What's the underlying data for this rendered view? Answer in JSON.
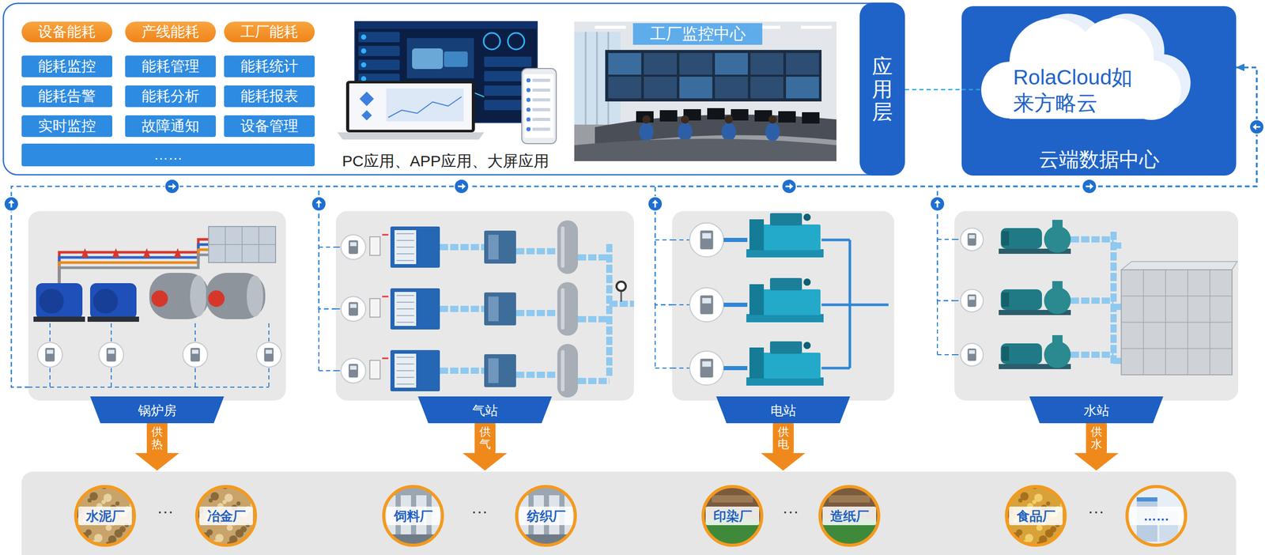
{
  "diagram": {
    "nodes": [
      {
        "text": [
          "应用层"
        ]
      },
      {
        "text": [
          "设备能耗"
        ],
        "in": 0
      },
      {
        "text": [
          "产线能耗"
        ],
        "in": 0
      },
      {
        "text": [
          "工厂能耗"
        ],
        "in": 0
      },
      {
        "text": [
          "能耗监控"
        ],
        "in": 0
      },
      {
        "text": [
          "能耗管理"
        ],
        "in": 0
      },
      {
        "text": [
          "能耗统计"
        ],
        "in": 0
      },
      {
        "text": [
          "能耗告警"
        ],
        "in": 0
      },
      {
        "text": [
          "能耗分析"
        ],
        "in": 0
      },
      {
        "text": [
          "能耗报表"
        ],
        "in": 0
      },
      {
        "text": [
          "实时监控"
        ],
        "in": 0
      },
      {
        "text": [
          "故障通知"
        ],
        "in": 0
      },
      {
        "text": [
          "设备管理"
        ],
        "in": 0
      },
      {
        "text": [
          "……"
        ],
        "in": 0
      },
      {
        "text": [
          "PC应用、APP应用、大屏应用"
        ],
        "in": 0
      },
      {
        "text": [
          "工厂监控中心"
        ],
        "in": 0
      },
      {
        "text": [
          "云端数据中心"
        ]
      },
      {
        "text": [
          "RolaCloud如来方略云"
        ],
        "in": 16
      },
      {
        "text": [
          "锅炉房"
        ]
      },
      {
        "text": [
          "气站"
        ]
      },
      {
        "text": [
          "电站"
        ]
      },
      {
        "text": [
          "水站"
        ]
      },
      {
        "text": [
          "···",
          "···",
          "···",
          "···"
        ]
      },
      {
        "text": [
          "水泥厂"
        ],
        "in": 22
      },
      {
        "text": [
          "冶金厂"
        ],
        "in": 22
      },
      {
        "text": [
          "饲料厂"
        ],
        "in": 22
      },
      {
        "text": [
          "纺织厂"
        ],
        "in": 22
      },
      {
        "text": [
          "印染厂"
        ],
        "in": 22
      },
      {
        "text": [
          "造纸厂"
        ],
        "in": 22
      },
      {
        "text": [
          "食品厂"
        ],
        "in": 22
      },
      {
        "text": [
          "……"
        ],
        "in": 22
      }
    ],
    "edges": [
      {
        "from": 0,
        "to": 16,
        "arrow": "none"
      },
      {
        "from": 18,
        "to": 16,
        "arrow": "to"
      },
      {
        "from": 19,
        "to": 16,
        "arrow": "to"
      },
      {
        "from": 20,
        "to": 16,
        "arrow": "to"
      },
      {
        "from": 21,
        "to": 16,
        "arrow": "to"
      },
      {
        "from": 18,
        "to": 22,
        "label": "供热",
        "arrow": "to"
      },
      {
        "from": 19,
        "to": 22,
        "label": "供气",
        "arrow": "to"
      },
      {
        "from": 20,
        "to": 22,
        "label": "供电",
        "arrow": "to"
      },
      {
        "from": 21,
        "to": 22,
        "label": "供水",
        "arrow": "to"
      }
    ]
  }
}
